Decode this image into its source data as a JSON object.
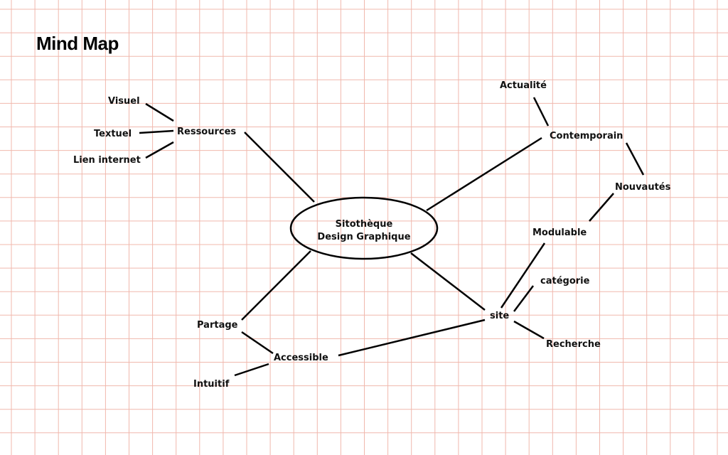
{
  "title": "Mind Map",
  "colors": {
    "grid": "#f0b8ad",
    "line": "#000000",
    "background": "#ffffff"
  },
  "center": {
    "line1": "Sitothèque",
    "line2": "Design Graphique"
  },
  "nodes": {
    "visuel": "Visuel",
    "textuel": "Textuel",
    "lien_internet": "Lien internet",
    "ressources": "Ressources",
    "actualite": "Actualité",
    "contemporain": "Contemporain",
    "nouvautes": "Nouvautés",
    "modulable": "Modulable",
    "categorie": "catégorie",
    "site": "site",
    "recherche": "Recherche",
    "partage": "Partage",
    "accessible": "Accessible",
    "intuitif": "Intuitif"
  }
}
